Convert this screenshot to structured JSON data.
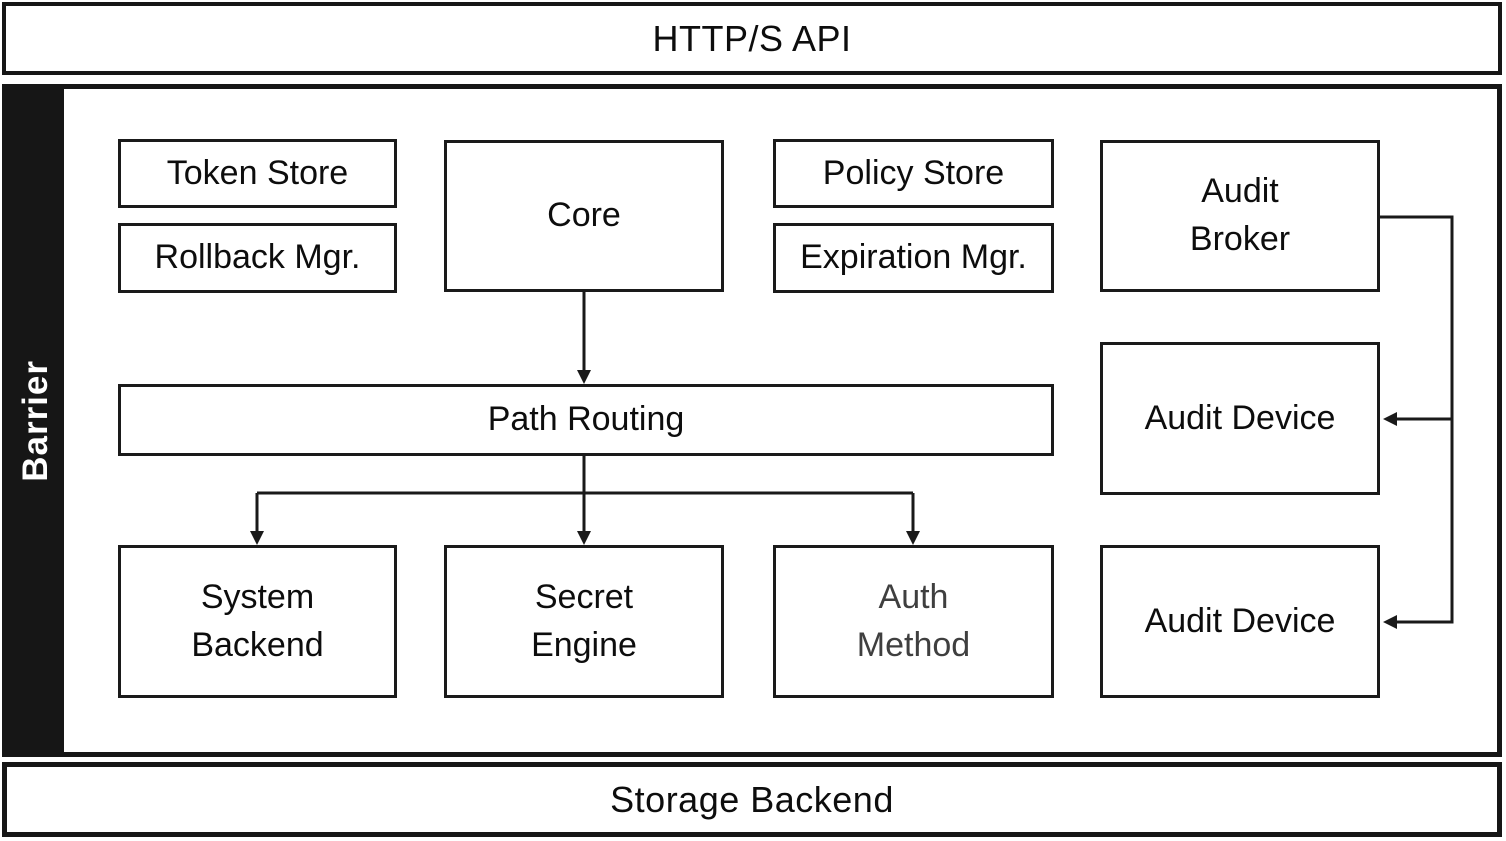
{
  "diagram": {
    "api_bar": {
      "label": "HTTP/S API"
    },
    "barrier": {
      "label": "Barrier"
    },
    "storage_bar": {
      "label": "Storage Backend"
    },
    "nodes": {
      "token_store": {
        "label": "Token Store"
      },
      "rollback_mgr": {
        "label": "Rollback Mgr."
      },
      "core": {
        "label": "Core"
      },
      "policy_store": {
        "label": "Policy Store"
      },
      "expiration_mgr": {
        "label": "Expiration Mgr."
      },
      "audit_broker": {
        "label": "Audit\nBroker"
      },
      "audit_device_top": {
        "label": "Audit Device"
      },
      "path_routing": {
        "label": "Path Routing"
      },
      "system_backend": {
        "label": "System\nBackend"
      },
      "secret_engine": {
        "label": "Secret\nEngine"
      },
      "auth_method": {
        "label": "Auth\nMethod"
      },
      "audit_device_bottom": {
        "label": "Audit Device"
      }
    },
    "colors": {
      "line": "#1a1a1a",
      "barrier_bg": "#161616",
      "text": "#0d0d0d",
      "muted_text": "#3f3f3f",
      "background": "#ffffff"
    }
  }
}
